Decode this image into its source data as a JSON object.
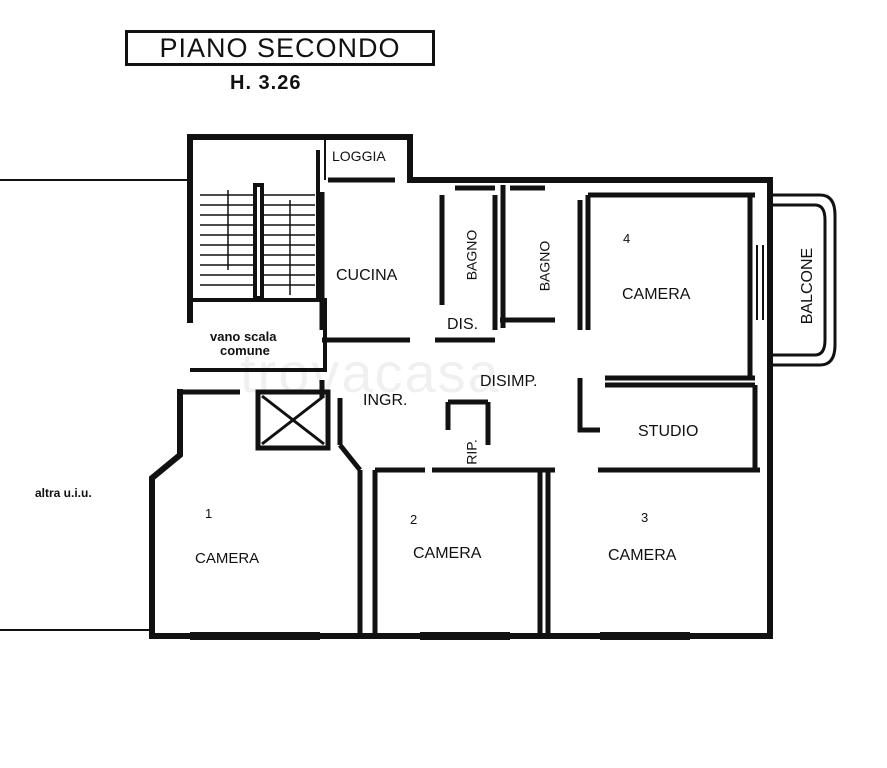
{
  "header": {
    "title": "PIANO SECONDO",
    "height": "H. 3.26"
  },
  "rooms": {
    "loggia": "LOGGIA",
    "cucina": "CUCINA",
    "bagno_1": "BAGNO",
    "bagno_2": "BAGNO",
    "dis": "DIS.",
    "camera_4_number": "4",
    "camera_4": "CAMERA",
    "balcone": "BALCONE",
    "vano_scala": "vano scala",
    "comune": "comune",
    "ingr": "INGR.",
    "disimp": "DISIMP.",
    "studio": "STUDIO",
    "rip": "RIP.",
    "camera_1_number": "1",
    "camera_1": "CAMERA",
    "camera_2_number": "2",
    "camera_2": "CAMERA",
    "camera_3_number": "3",
    "camera_3": "CAMERA",
    "altra_uiu": "altra u.i.u."
  },
  "watermark": "trovacasa"
}
